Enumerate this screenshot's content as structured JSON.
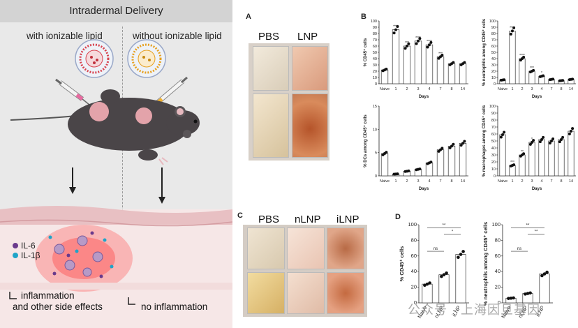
{
  "left_panel": {
    "title": "Intradermal Delivery",
    "left_heading": "with ionizable lipid",
    "right_heading": "without ionizable lipid",
    "legend": [
      {
        "label": "IL-6",
        "color": "#6a3a8c"
      },
      {
        "label": "IL-1β",
        "color": "#1fa4c8"
      }
    ],
    "caption_left": "inflammation and other side effects",
    "caption_right": "no inflammation",
    "caption_left_line1": "inflammation",
    "caption_left_line2": "and other side effects"
  },
  "panel_a": {
    "label": "A",
    "col_labels": [
      "PBS",
      "LNP"
    ]
  },
  "panel_b": {
    "label": "B",
    "xlabel": "Days",
    "categories": [
      "Naive",
      "1",
      "2",
      "3",
      "4",
      "7",
      "8",
      "14"
    ]
  },
  "panel_c": {
    "label": "C",
    "col_labels": [
      "PBS",
      "nLNP",
      "iLNP"
    ]
  },
  "panel_d": {
    "label": "D",
    "categories": [
      "Naive",
      "nLNP",
      "iLNP"
    ]
  },
  "watermark": "公众号 · 上海因旦基因",
  "chart_data": [
    {
      "type": "bar",
      "panel": "B",
      "ylabel": "% CD45⁺ cells",
      "xlabel": "Days",
      "categories": [
        "Naive",
        "1",
        "2",
        "3",
        "4",
        "7",
        "8",
        "14"
      ],
      "values": [
        22,
        86,
        60,
        68,
        62,
        43,
        32,
        32
      ],
      "ylim": [
        0,
        100
      ],
      "yticks": [
        0,
        10,
        20,
        30,
        40,
        50,
        60,
        70,
        80,
        90,
        100
      ],
      "sig": [
        "",
        "****",
        "***",
        "****",
        "****",
        "***",
        "",
        ""
      ]
    },
    {
      "type": "bar",
      "panel": "B",
      "ylabel": "% neutrophils among CD45⁺ cells",
      "xlabel": "Days",
      "categories": [
        "Naive",
        "1",
        "2",
        "3",
        "4",
        "7",
        "8",
        "14"
      ],
      "values": [
        6,
        84,
        40,
        20,
        12,
        7,
        5,
        7
      ],
      "ylim": [
        0,
        100
      ],
      "yticks": [
        0,
        10,
        20,
        30,
        40,
        50,
        60,
        70,
        80,
        90,
        100
      ],
      "sig": [
        "",
        "****",
        "****",
        "***",
        "*",
        "",
        "",
        ""
      ]
    },
    {
      "type": "bar",
      "panel": "B",
      "ylabel": "% DCs among CD45⁺ cells",
      "xlabel": "Days",
      "categories": [
        "Naive",
        "1",
        "2",
        "3",
        "4",
        "7",
        "8",
        "14"
      ],
      "values": [
        4.8,
        0.4,
        1.0,
        1.4,
        2.8,
        5.6,
        6.4,
        7.0
      ],
      "ylim": [
        0,
        15
      ],
      "yticks": [
        0,
        5,
        10,
        15
      ],
      "sig": [
        "",
        "",
        "",
        "",
        "",
        "",
        "",
        ""
      ]
    },
    {
      "type": "bar",
      "panel": "B",
      "ylabel": "% macrophages among CD45⁺ cells",
      "xlabel": "Days",
      "categories": [
        "Naive",
        "1",
        "2",
        "3",
        "4",
        "7",
        "8",
        "14"
      ],
      "values": [
        59,
        15,
        30,
        48,
        52,
        50,
        52,
        64
      ],
      "ylim": [
        0,
        100
      ],
      "yticks": [
        0,
        10,
        20,
        30,
        40,
        50,
        60,
        70,
        80,
        90,
        100
      ],
      "sig": [
        "",
        "***",
        "**",
        "*",
        "",
        "",
        "",
        ""
      ]
    },
    {
      "type": "bar",
      "panel": "D",
      "ylabel": "% CD45⁺ cells",
      "categories": [
        "Naive",
        "nLNP",
        "iLNP"
      ],
      "values": [
        24,
        36,
        62
      ],
      "ylim": [
        0,
        100
      ],
      "yticks": [
        0,
        20,
        40,
        60,
        80,
        100
      ],
      "comparisons": [
        {
          "from": 0,
          "to": 1,
          "label": "ns"
        },
        {
          "from": 1,
          "to": 2,
          "label": "*"
        },
        {
          "from": 0,
          "to": 2,
          "label": "**"
        }
      ]
    },
    {
      "type": "bar",
      "panel": "D",
      "ylabel": "% neutrophils among CD45⁺ cells",
      "categories": [
        "Naive",
        "nLNP",
        "iLNP"
      ],
      "values": [
        6,
        12,
        37
      ],
      "ylim": [
        0,
        100
      ],
      "yticks": [
        0,
        20,
        40,
        60,
        80,
        100
      ],
      "comparisons": [
        {
          "from": 0,
          "to": 1,
          "label": "ns"
        },
        {
          "from": 1,
          "to": 2,
          "label": "**"
        },
        {
          "from": 0,
          "to": 2,
          "label": "**"
        }
      ]
    }
  ]
}
